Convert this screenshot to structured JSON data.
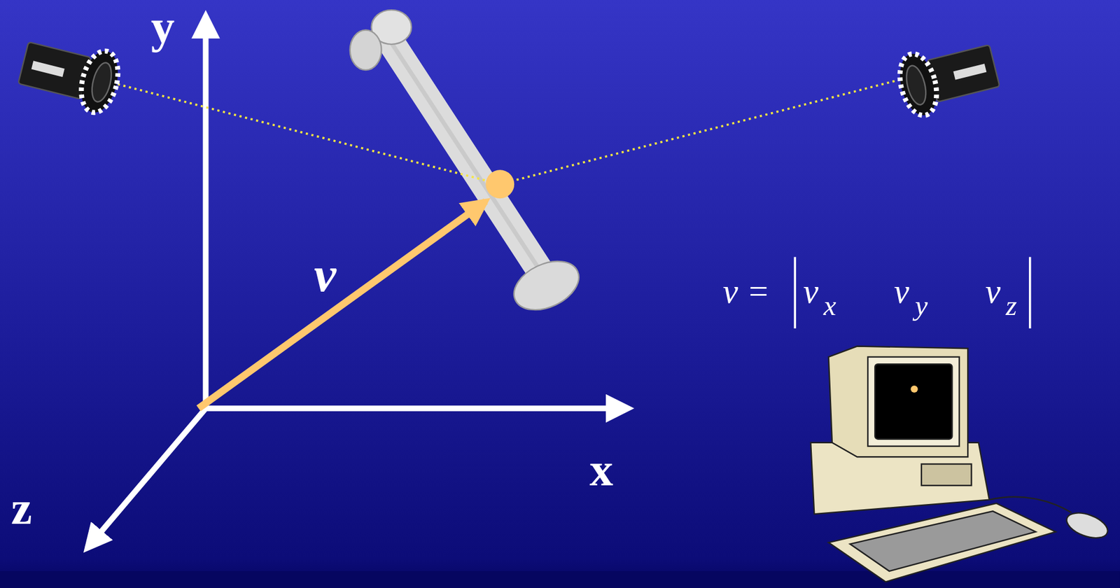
{
  "diagram": {
    "labels": [
      "y",
      "x",
      "z",
      "v",
      "v =",
      "v",
      "x",
      "v",
      "y",
      "v",
      "z"
    ]
  }
}
